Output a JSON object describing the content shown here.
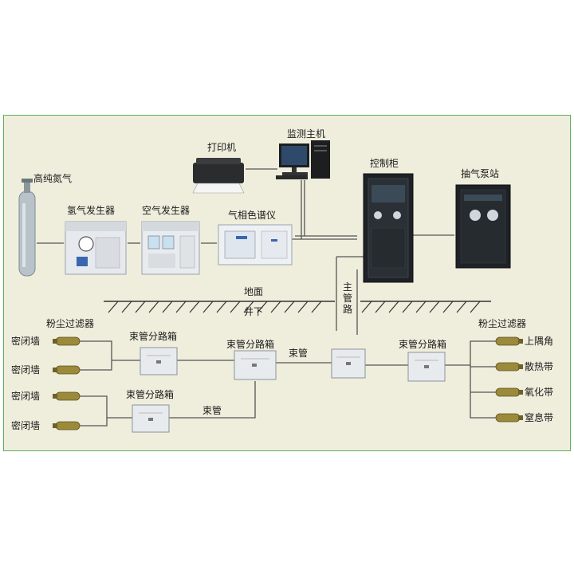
{
  "labels": {
    "nitrogen": "高纯氮气",
    "hydrogen_gen": "氢气发生器",
    "air_gen": "空气发生器",
    "printer": "打印机",
    "monitor_host": "监测主机",
    "gc": "气相色谱仪",
    "control_cabinet": "控制柜",
    "pump_station": "抽气泵站",
    "ground": "地面",
    "shaft": "井下",
    "main_pipe": "主管路",
    "dust_filter_left": "粉尘过滤器",
    "dust_filter_right": "粉尘过滤器",
    "seal_wall_1": "密闭墙",
    "seal_wall_2": "密闭墙",
    "seal_wall_3": "密闭墙",
    "seal_wall_4": "密闭墙",
    "branch_box_1": "束管分路箱",
    "branch_box_2": "束管分路箱",
    "branch_box_3": "束管分路箱",
    "branch_box_4": "束管分路箱",
    "bundle_pipe_1": "束管",
    "bundle_pipe_2": "束管",
    "upper_corner": "上隅角",
    "cooling_zone": "散热带",
    "oxidation_zone": "氧化带",
    "suffocation_zone": "窒息带"
  },
  "colors": {
    "frame_border": "#5fae5f",
    "frame_fill": "#efeedd",
    "cylinder": "#b7c3c8",
    "cabinet": "#1e2226",
    "filter": "#9a8a3a"
  }
}
